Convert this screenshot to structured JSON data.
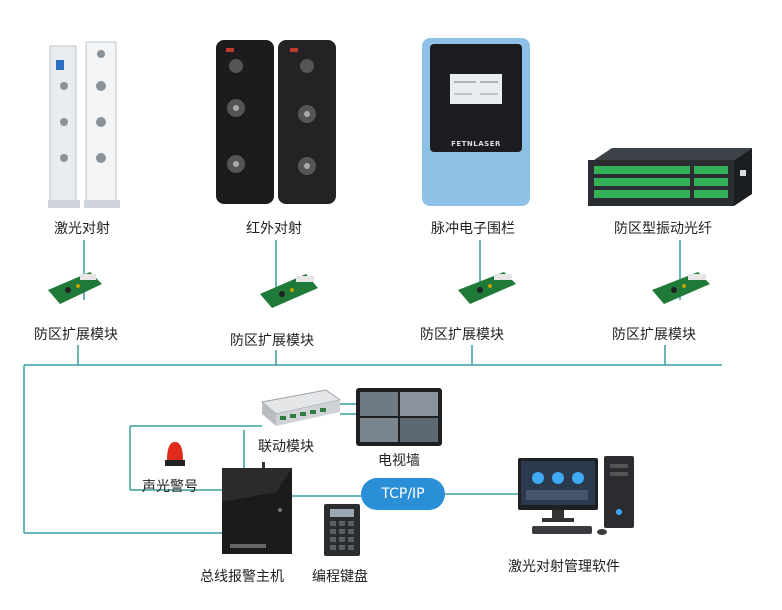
{
  "devices": {
    "laser_beam": "激光对射",
    "infrared_beam": "红外对射",
    "pulse_fence": "脉冲电子围栏",
    "vibration_fiber": "防区型振动光纤"
  },
  "pulse_brand": "FETNLASER",
  "zone_module_label": "防区扩展模块",
  "linkage_module": "联动模块",
  "tv_wall": "电视墙",
  "sound_light_alarm": "声光警号",
  "tcp_ip": "TCP/IP",
  "bus_alarm_host": "总线报警主机",
  "keypad": "编程键盘",
  "software": "激光对射管理软件",
  "colors": {
    "line": "#3a9ea3",
    "tcp_bubble": "#2a8fd6",
    "pcb": "#1f7a3a",
    "host": "#1b1b1b",
    "fence_blue": "#8fc1e6"
  }
}
